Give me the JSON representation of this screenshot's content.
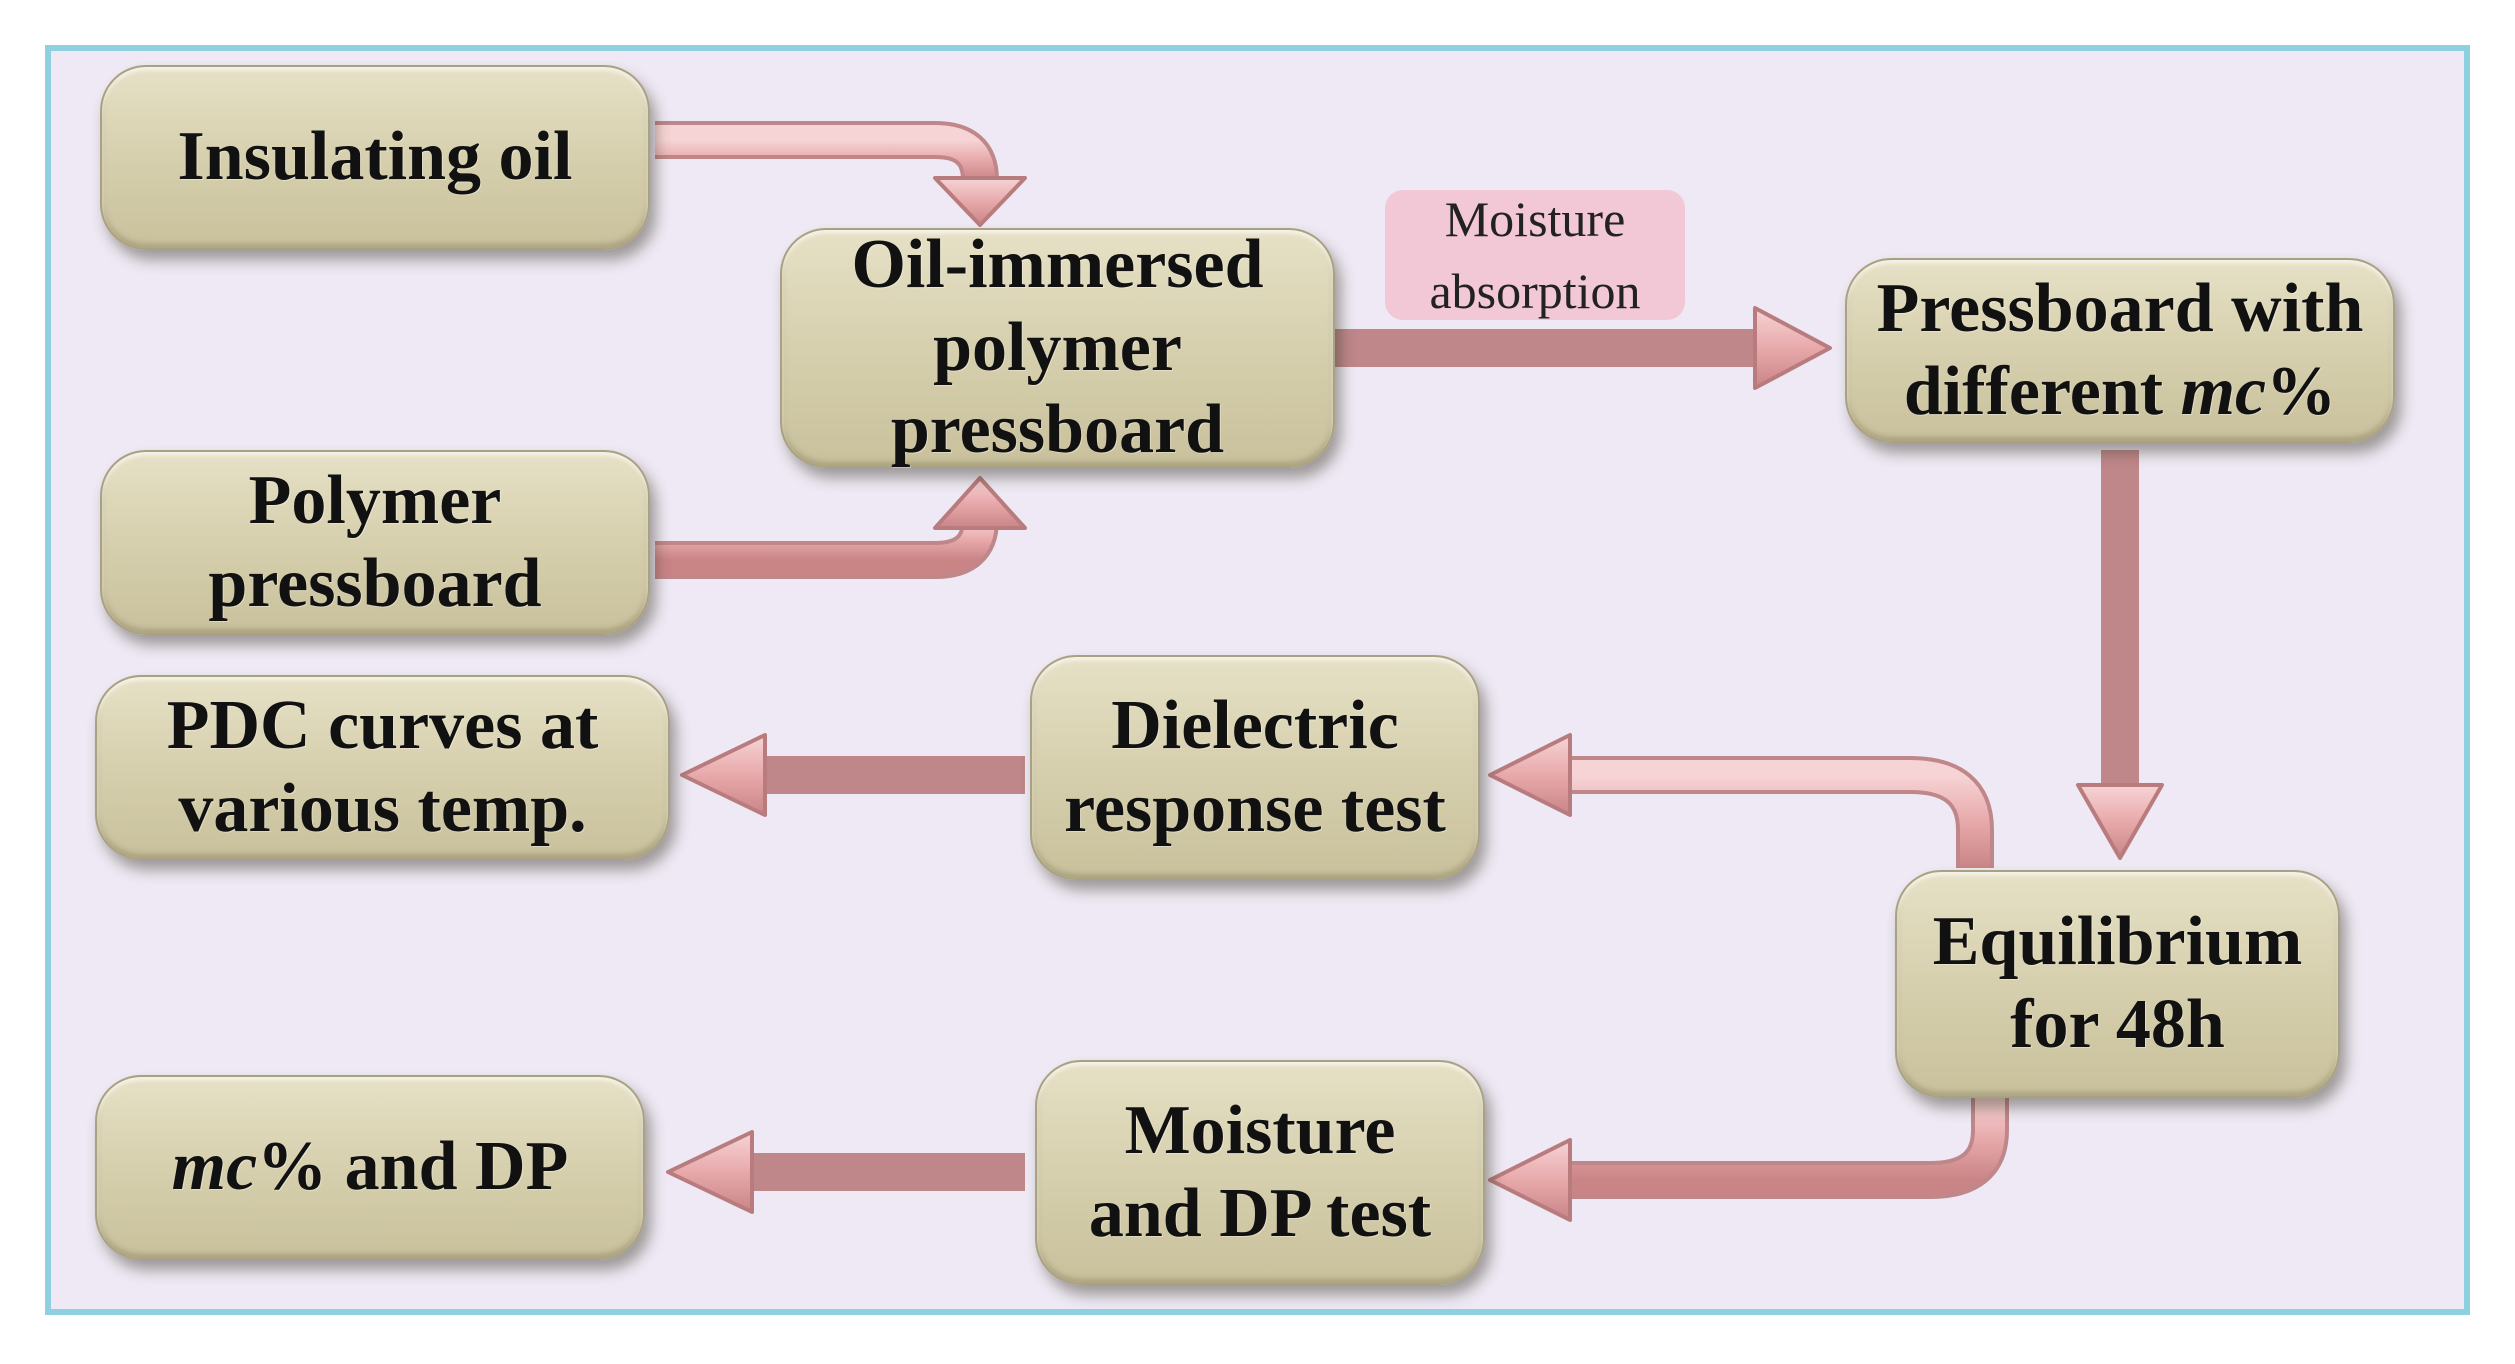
{
  "nodes": {
    "insulating_oil": "Insulating oil",
    "polymer_pressboard": "Polymer\npressboard",
    "oil_immersed": "Oil-immersed\npolymer\npressboard",
    "pressboard_mc_prefix": "Pressboard with\ndifferent ",
    "pressboard_mc_italic": "mc",
    "pressboard_mc_suffix": "%",
    "equilibrium": "Equilibrium\nfor 48h",
    "dielectric_test": "Dielectric\nresponse test",
    "pdc_curves": "PDC curves at\nvarious temp.",
    "moisture_dp_test": "Moisture\nand DP test",
    "mc_dp_italic": "mc",
    "mc_dp_suffix": "% and DP"
  },
  "edge_labels": {
    "moisture_absorption": "Moisture\nabsorption"
  },
  "colors": {
    "background": "#eee9f4",
    "frame_border": "#8fd0e0",
    "box_fill": "#d5ceac",
    "arrow": "#e8a9ab",
    "label_fill": "#f2c8d6"
  }
}
